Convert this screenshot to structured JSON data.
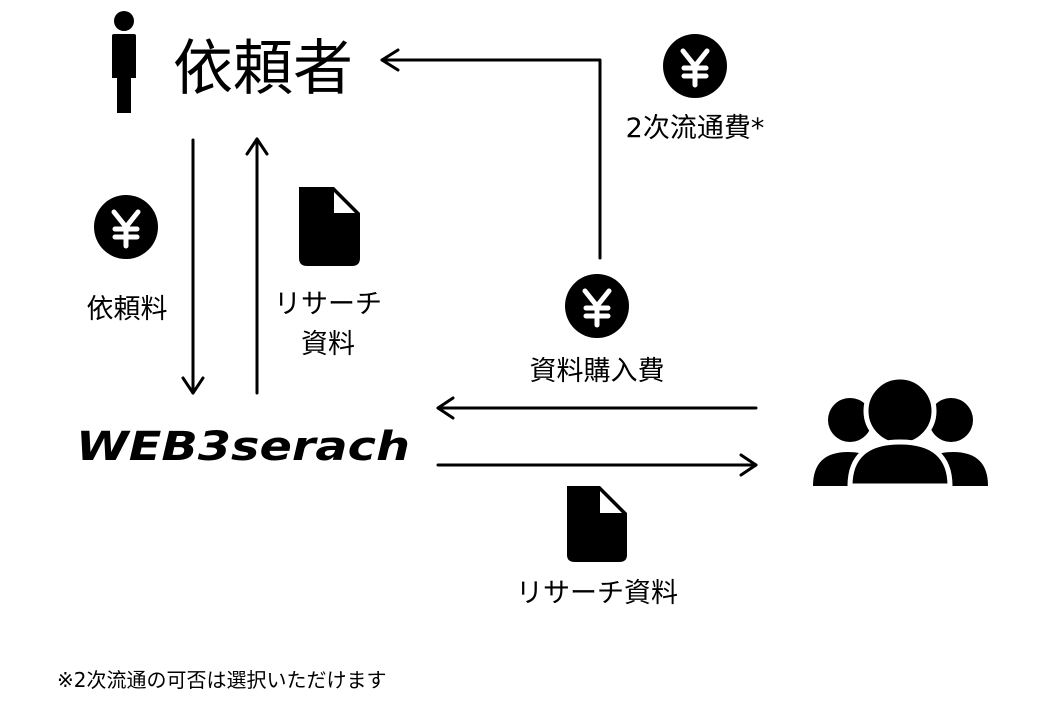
{
  "requester_label": "依頼者",
  "logo_text": "WEB3serach",
  "request_fee_label": "依頼料",
  "research_material_label_line1": "リサーチ",
  "research_material_label_line2": "資料",
  "secondary_fee_label": "2次流通費*",
  "purchase_fee_label": "資料購入費",
  "provider_material_label": "リサーチ資料",
  "footnote": "※2次流通の可否は選択いただけます",
  "icons": {
    "person": "person-icon",
    "group": "group-icon",
    "yen": "yen-coin-icon",
    "document": "document-icon"
  },
  "colors": {
    "ink": "#000000",
    "background": "#ffffff"
  }
}
